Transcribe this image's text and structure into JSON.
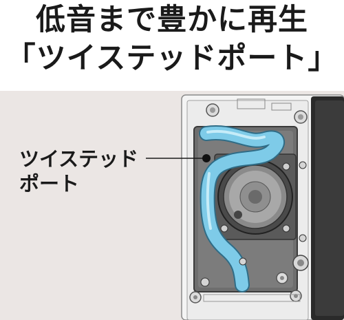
{
  "headline": {
    "line1": "低音まで豊かに再生",
    "line2": "「ツイステッドポート」"
  },
  "callout": {
    "line1": "ツイステッド",
    "line2": "ポート"
  },
  "colors": {
    "background_photo": "#ebe6e4",
    "port_tube": "#7ecbe8",
    "headline_text": "#1a1a1a"
  }
}
